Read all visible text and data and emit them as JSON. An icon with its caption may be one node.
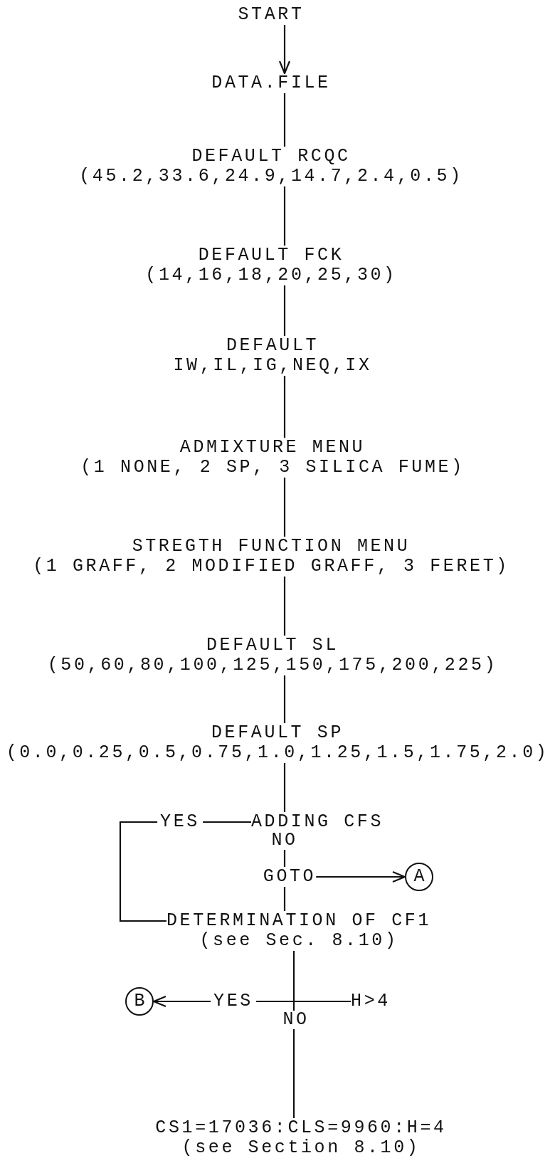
{
  "diagram": {
    "nodes": [
      {
        "text": [
          "START"
        ]
      },
      {
        "text": [
          "DATA.FILE"
        ]
      },
      {
        "text": [
          "DEFAULT RCQC",
          "(45.2,33.6,24.9,14.7,2.4,0.5)"
        ]
      },
      {
        "text": [
          "DEFAULT FCK",
          "(14,16,18,20,25,30)"
        ]
      },
      {
        "text": [
          "DEFAULT",
          "IW,IL,IG,NEQ,IX"
        ]
      },
      {
        "text": [
          "ADMIXTURE MENU",
          "(1 NONE, 2 SP, 3 SILICA FUME)"
        ]
      },
      {
        "text": [
          "STREGTH FUNCTION MENU",
          "(1 GRAFF, 2 MODIFIED GRAFF, 3 FERET)"
        ]
      },
      {
        "text": [
          "DEFAULT SL",
          "(50,60,80,100,125,150,175,200,225)"
        ]
      },
      {
        "text": [
          "DEFAULT SP",
          "(0.0,0.25,0.5,0.75,1.0,1.25,1.5,1.75,2.0)"
        ]
      },
      {
        "text": [
          "ADDING CFS"
        ]
      },
      {
        "text": [
          "GOTO"
        ]
      },
      {
        "text": [
          "A"
        ]
      },
      {
        "text": [
          "DETERMINATION OF CF1",
          "(see Sec. 8.10)"
        ]
      },
      {
        "text": [
          "H>4"
        ]
      },
      {
        "text": [
          "B"
        ]
      },
      {
        "text": [
          "CS1=17036:CLS=9960:H=4",
          "(see Section 8.10)"
        ]
      }
    ],
    "edges": [
      {
        "from": 0,
        "to": 1,
        "arrow": "to"
      },
      {
        "from": 1,
        "to": 2,
        "arrow": "none"
      },
      {
        "from": 2,
        "to": 3,
        "arrow": "none"
      },
      {
        "from": 3,
        "to": 4,
        "arrow": "none"
      },
      {
        "from": 4,
        "to": 5,
        "arrow": "none"
      },
      {
        "from": 5,
        "to": 6,
        "arrow": "none"
      },
      {
        "from": 6,
        "to": 7,
        "arrow": "none"
      },
      {
        "from": 7,
        "to": 8,
        "arrow": "none"
      },
      {
        "from": 8,
        "to": 9,
        "arrow": "none"
      },
      {
        "from": 9,
        "to": 12,
        "label": "YES",
        "arrow": "none"
      },
      {
        "from": 9,
        "to": 10,
        "label": "NO",
        "arrow": "none"
      },
      {
        "from": 10,
        "to": 11,
        "arrow": "to"
      },
      {
        "from": 10,
        "to": 12,
        "arrow": "none"
      },
      {
        "from": 12,
        "to": 13,
        "arrow": "none"
      },
      {
        "from": 13,
        "to": 14,
        "label": "YES",
        "arrow": "to"
      },
      {
        "from": 13,
        "to": 15,
        "label": "NO",
        "arrow": "none"
      }
    ]
  }
}
